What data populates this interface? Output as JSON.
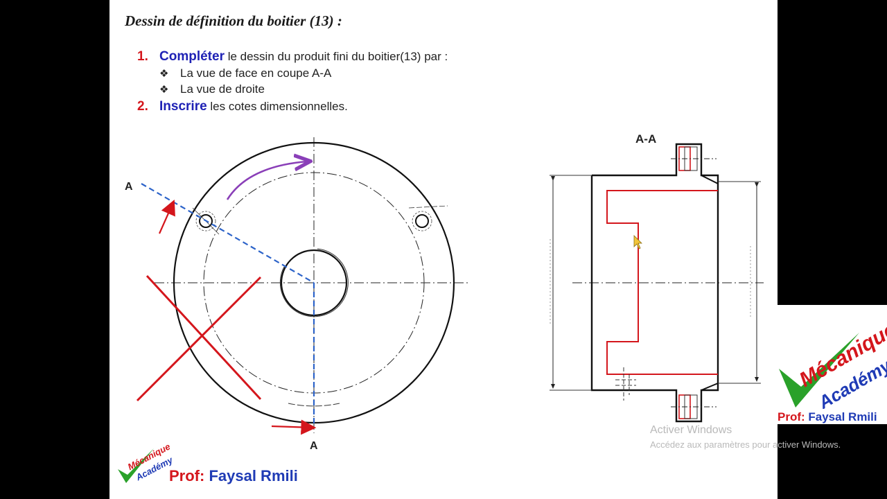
{
  "slide": {
    "title": "Dessin de définition du boitier (13) :",
    "step1": {
      "num": "1.",
      "verb": "Compléter",
      "text": " le dessin du produit fini  du boitier(13) par :"
    },
    "bullets": [
      {
        "symbol": "❖",
        "text": "La vue de face en coupe A-A"
      },
      {
        "symbol": "❖",
        "text": "La vue de droite"
      }
    ],
    "step2": {
      "num": "2.",
      "verb": "Inscrire",
      "text": " les cotes dimensionnelles."
    }
  },
  "drawing": {
    "section_label_left": "A",
    "section_label_bottom": "A",
    "section_view_title": "A-A"
  },
  "footer": {
    "prefix": "Prof: ",
    "name": "Faysal Rmili"
  },
  "logo": {
    "word1": "Mécanique",
    "word2": "Académy"
  },
  "watermark": {
    "line1": "Activer Windows",
    "line2": "Accédez aux paramètres pour activer Windows."
  },
  "colors": {
    "accent_red": "#d4161c",
    "accent_blue": "#1f22b5",
    "section_line": "#2c63c9",
    "arrow_purple": "#8a3fb8"
  }
}
